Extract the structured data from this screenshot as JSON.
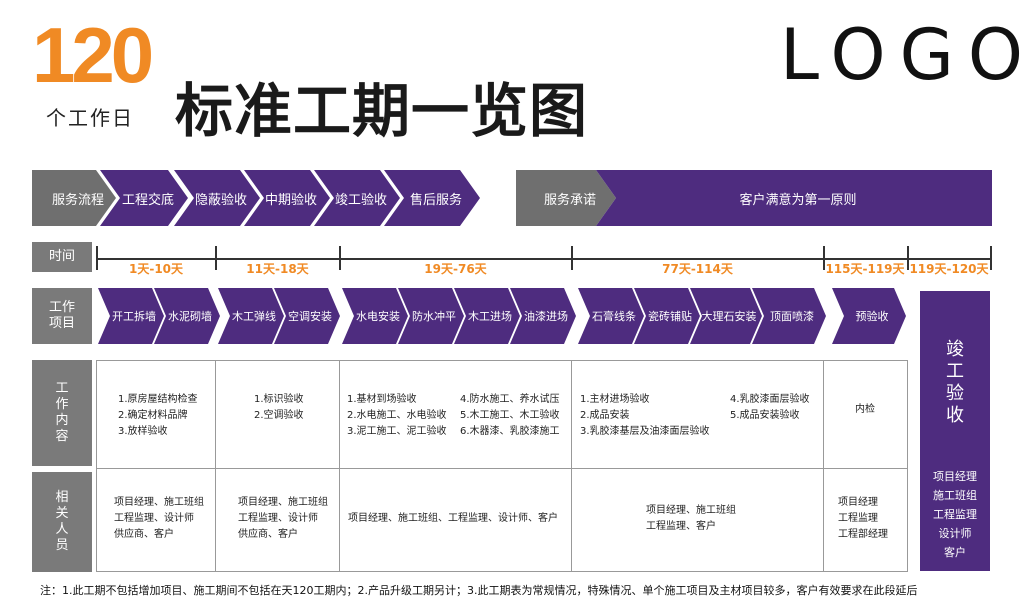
{
  "header": {
    "num": "120",
    "workdays": "个工作日",
    "title": "标准工期一览图",
    "logo": "LOGO"
  },
  "flow": {
    "label": "服务流程",
    "steps": [
      "工程交底",
      "隐蔽验收",
      "中期验收",
      "竣工验收",
      "售后服务"
    ],
    "promise_label": "服务承诺",
    "promise_text": "客户满意为第一原则"
  },
  "timeline": {
    "label": "时间",
    "ranges": [
      "1天-10天",
      "11天-18天",
      "19天-76天",
      "77天-114天",
      "115天-119天",
      "119天-120天"
    ]
  },
  "items": {
    "label": "工作\n项目",
    "list": [
      "开工拆墙",
      "水泥砌墙",
      "木工弹线",
      "空调安装",
      "水电安装",
      "防水冲平",
      "木工进场",
      "油漆进场",
      "石膏线条",
      "瓷砖铺贴",
      "大理石安装",
      "顶面喷漆",
      "预验收"
    ]
  },
  "content": {
    "label": "工\n作\n内\n容",
    "col1": [
      "1.原房屋结构检查",
      "2.确定材料品牌",
      "3.放样验收"
    ],
    "col2": [
      "1.标识验收",
      "2.空调验收"
    ],
    "col3a": [
      "1.基材到场验收",
      "2.水电施工、水电验收",
      "3.泥工施工、泥工验收"
    ],
    "col3b": [
      "4.防水施工、养水试压",
      "5.木工施工、木工验收",
      "6.木器漆、乳胶漆施工"
    ],
    "col4a": [
      "1.主材进场验收",
      "2.成品安装",
      "3.乳胶漆基层及油漆面层验收"
    ],
    "col4b": [
      "4.乳胶漆面层验收",
      "5.成品安装验收"
    ],
    "col5": [
      "内检"
    ]
  },
  "staff": {
    "label": "相\n关\n人\n员",
    "col1": [
      "项目经理、施工班组",
      "工程监理、设计师",
      "供应商、客户"
    ],
    "col2": [
      "项目经理、施工班组",
      "工程监理、设计师",
      "供应商、客户"
    ],
    "col3": [
      "项目经理、施工班组、工程监理、设计师、客户"
    ],
    "col4": [
      "项目经理、施工班组",
      "工程监理、客户"
    ],
    "col5": [
      "项目经理",
      "工程监理",
      "工程部经理"
    ]
  },
  "final": {
    "title": "竣\n工\n验\n收",
    "people": [
      "项目经理",
      "施工班组",
      "工程监理",
      "设计师",
      "客户"
    ]
  },
  "footnote": "注：1.此工期不包括增加项目、施工期间不包括在天120工期内；2.产品升级工期另计；3.此工期表为常规情况，特殊情况、单个施工项目及主材项目较多，客户有效要求在此段延后"
}
